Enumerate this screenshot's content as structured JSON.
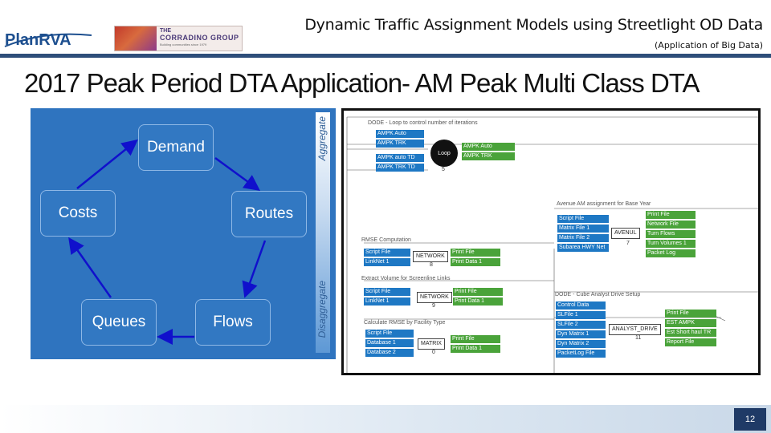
{
  "header": {
    "title": "Dynamic Traffic Assignment Models using Streetlight OD Data",
    "subtitle": "(Application of Big Data)",
    "logo_planrva": "PlanRVA",
    "logo_corradino_the": "THE",
    "logo_corradino_name": "CORRADINO GROUP",
    "logo_corradino_tagline": "Building communities since 1979"
  },
  "slide": {
    "title": "2017 Peak Period DTA Application- AM Peak Multi Class DTA",
    "page_number": "12"
  },
  "cycle_diagram": {
    "nodes": {
      "demand": "Demand",
      "routes": "Routes",
      "flows": "Flows",
      "queues": "Queues",
      "costs": "Costs"
    },
    "scale_top": "Aggregate",
    "scale_bottom": "Disaggregate"
  },
  "software": {
    "loop_title": "DODE - Loop to control number of iterations",
    "loop_inputs": [
      "AMPK Auto",
      "AMPK TRK",
      "AMPK auto TD",
      "AMPK TRK TD"
    ],
    "loop_label": "Loop",
    "loop_num": "5",
    "loop_outputs": [
      "AMPK Auto",
      "AMPK TRK"
    ],
    "avenue_title": "Avenue AM assignment for Base Year",
    "avenue_inputs": [
      "Script File",
      "Matrix File 1",
      "Matrix File 2",
      "Subarea HWY Net"
    ],
    "avenue_prog": "AVENUL",
    "avenue_num": "7",
    "avenue_outputs": [
      "Print File",
      "Network File",
      "Turn Flows",
      "Turn Volumes 1",
      "Packet Log"
    ],
    "rmse_title": "RMSE Computation",
    "rmse_inputs": [
      "Script File",
      "LinkNet 1"
    ],
    "rmse_prog": "NETWORK",
    "rmse_num": "8",
    "rmse_outputs": [
      "Print File",
      "Print Data 1"
    ],
    "extract_title": "Extract Volume for Screenline Links",
    "extract_inputs": [
      "Script File",
      "LinkNet 1"
    ],
    "extract_prog": "NETWORK",
    "extract_num": "9",
    "extract_outputs": [
      "Print File",
      "Print Data 1"
    ],
    "calc_title": "Calculate RMSE by Facility Type",
    "calc_inputs": [
      "Script File",
      "Database 1",
      "Database 2"
    ],
    "calc_prog": "MATRIX",
    "calc_num": "0",
    "calc_outputs": [
      "Print File",
      "Print Data 1"
    ],
    "drive_title": "DODE - Cube Analyst Drive Setup",
    "drive_inputs": [
      "Control Data",
      "SLFile 1",
      "SLFile 2",
      "Dyn Matrix 1",
      "Dyn Matrix 2",
      "PacketLog File"
    ],
    "drive_prog": "ANALYST_DRIVE",
    "drive_num": "11",
    "drive_outputs": [
      "Print File",
      "EST AMPK",
      "Est Short haul TR",
      "Report File"
    ]
  },
  "colors": {
    "diagram_bg": "#2f74bf",
    "header_bar": "#2e4e7a",
    "page_badge": "#1f3a66",
    "input_item": "#1e78c4",
    "output_item": "#4aa33a"
  }
}
